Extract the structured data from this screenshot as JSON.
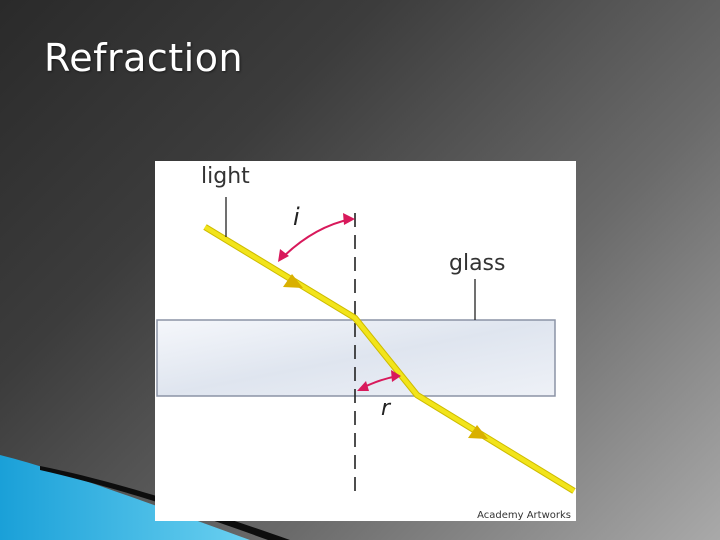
{
  "slide": {
    "title": "Refraction"
  },
  "diagram": {
    "labels": {
      "light": "light",
      "glass": "glass",
      "angle_incidence": "i",
      "angle_refraction": "r",
      "credit": "Academy Artworks"
    },
    "colors": {
      "ray": "#f2e41a",
      "ray_outline": "#cdbb00",
      "arrow": "#d9b000",
      "angle_arc": "#d8195b",
      "glass_fill": "#e8ecf4",
      "glass_border": "#8b93a5",
      "normal_line": "#222222"
    }
  }
}
